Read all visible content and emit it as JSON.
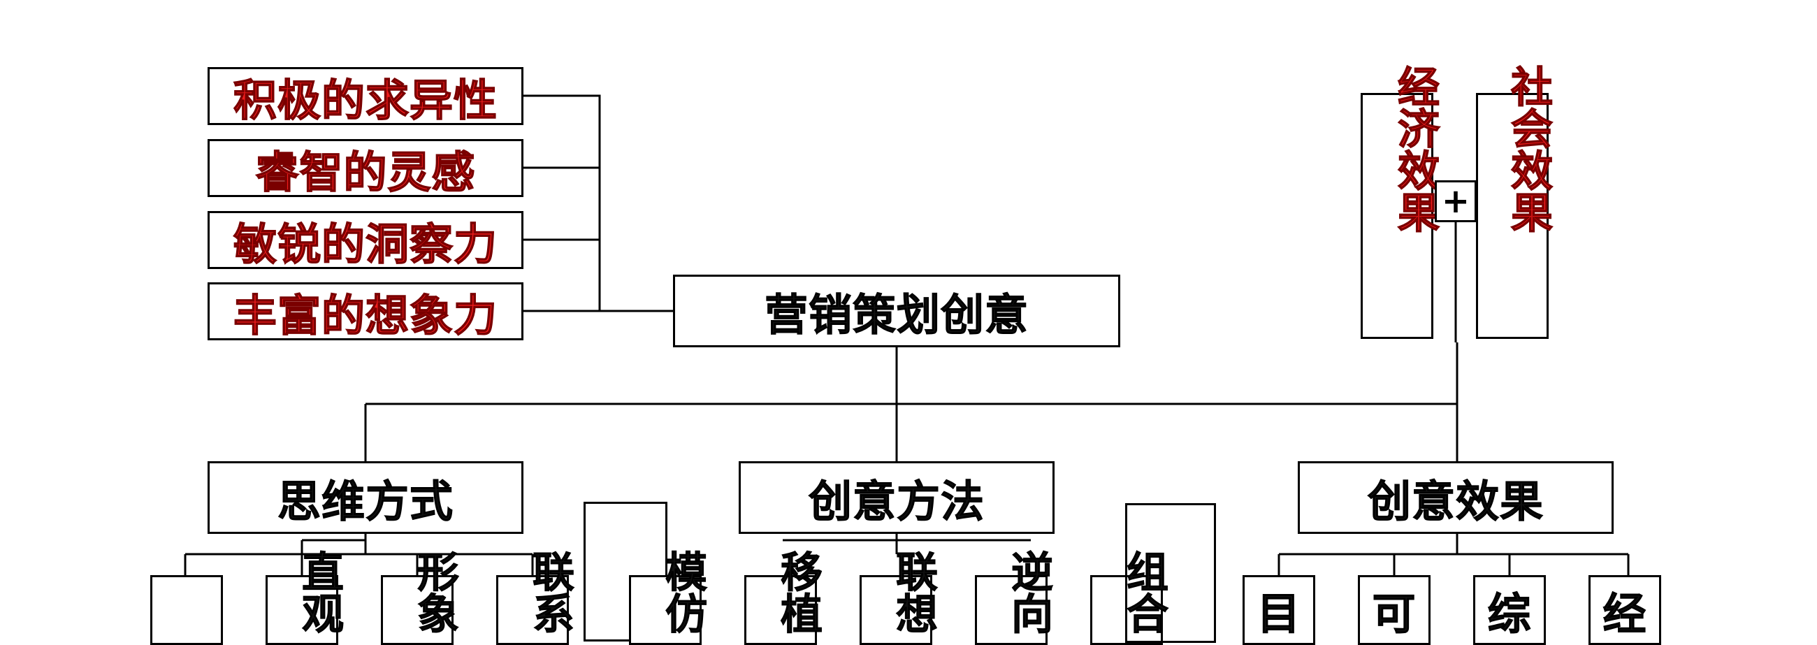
{
  "root": {
    "label": "营销策划创意"
  },
  "qualities": [
    {
      "label": "积极的求异性"
    },
    {
      "label": "睿智的灵感"
    },
    {
      "label": "敏锐的洞察力"
    },
    {
      "label": "丰富的想象力"
    }
  ],
  "effects_top": [
    {
      "label": "经济效果"
    },
    {
      "label": "社会效果"
    }
  ],
  "expand_symbol": "+",
  "branches": [
    {
      "label": "思维方式"
    },
    {
      "label": "创意方法"
    },
    {
      "label": "创意效果"
    }
  ],
  "thinking_children": [
    {
      "label": ""
    },
    {
      "label": "直观"
    },
    {
      "label": "形象"
    },
    {
      "label": "联系"
    }
  ],
  "method_children": [
    {
      "label": ""
    },
    {
      "label": "模仿"
    },
    {
      "label": "移植"
    },
    {
      "label": "联想"
    },
    {
      "label": "逆向"
    },
    {
      "label": "组合"
    }
  ],
  "effect_children": [
    {
      "label": "目"
    },
    {
      "label": "可"
    },
    {
      "label": "综"
    },
    {
      "label": "经"
    }
  ],
  "colors": {
    "highlight": "#ee1c1c",
    "line": "#000000"
  }
}
